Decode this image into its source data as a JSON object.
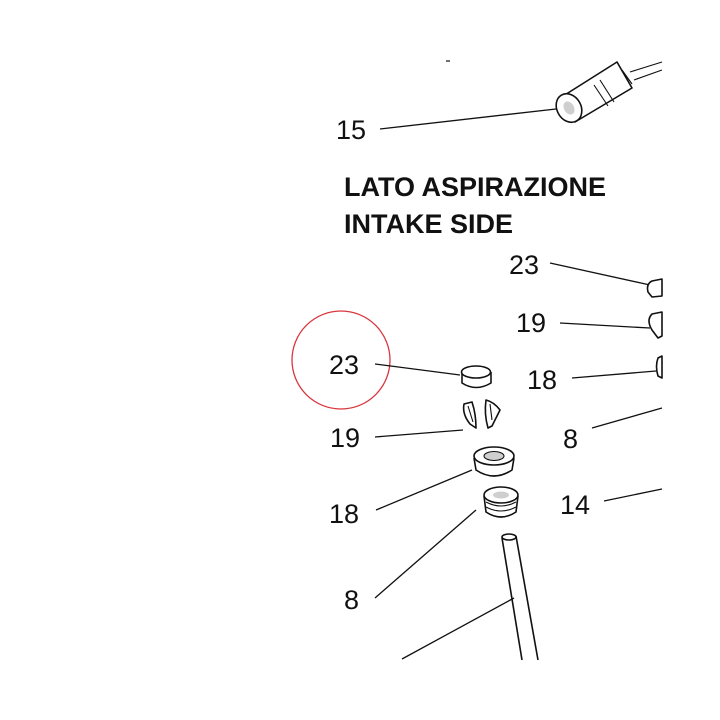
{
  "heading": {
    "line1": "LATO ASPIRAZIONE",
    "line2": "INTAKE SIDE"
  },
  "callouts": {
    "c15": "15",
    "c23_right": "23",
    "c19_right": "19",
    "c18_right": "18",
    "c8_right": "8",
    "c14": "14",
    "c23_left": "23",
    "c19_left": "19",
    "c18_left": "18",
    "c8_left": "8"
  },
  "highlight": {
    "color": "#d9363e",
    "target": "23"
  }
}
